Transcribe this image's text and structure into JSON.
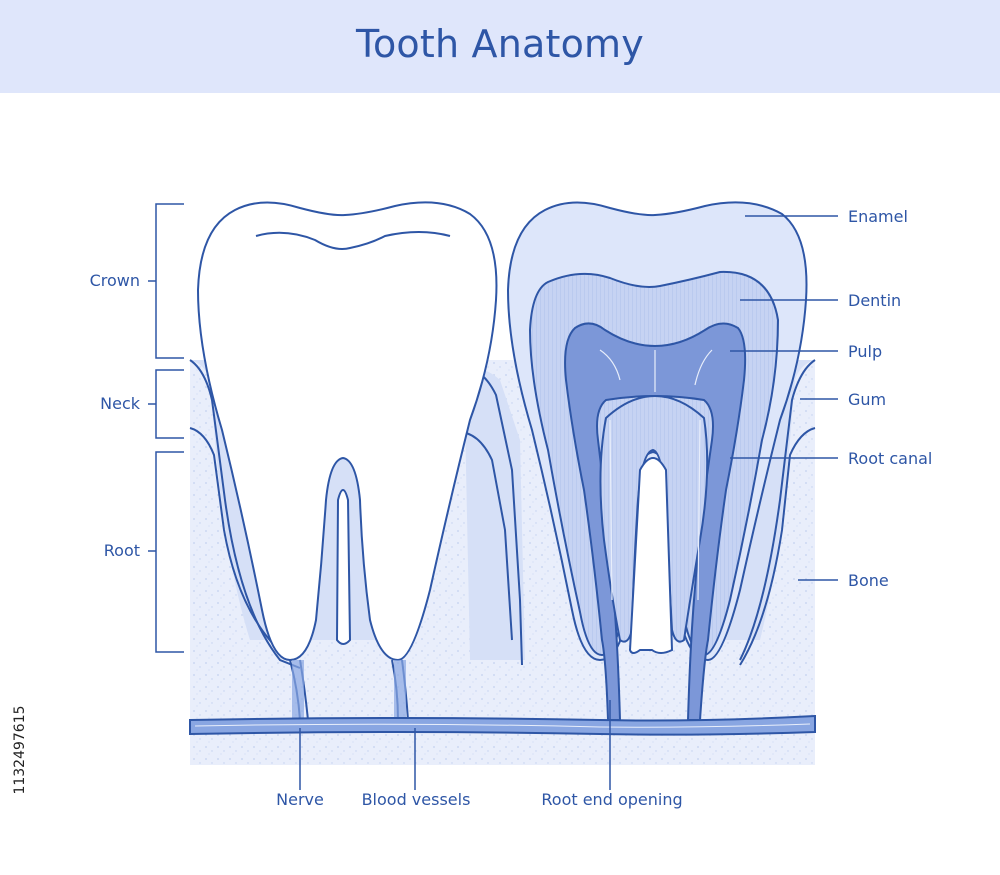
{
  "title": "Tooth Anatomy",
  "labels": {
    "crown": "Crown",
    "neck": "Neck",
    "root": "Root",
    "enamel": "Enamel",
    "dentin": "Dentin",
    "pulp": "Pulp",
    "gum": "Gum",
    "root_canal": "Root canal",
    "bone": "Bone",
    "nerve": "Nerve",
    "blood_vessels": "Blood vessels",
    "root_end_opening": "Root end opening"
  },
  "stock_id": "1132497615",
  "colors": {
    "line": "#2e56a6",
    "banner": "#dfe6fb",
    "gum": "#d6e0f7",
    "bone": "#e9eefb",
    "enamel": "#dde6fa",
    "dentin": "#b9c9f0",
    "pulp": "#7c97d8",
    "vessel": "#89a6e2"
  }
}
